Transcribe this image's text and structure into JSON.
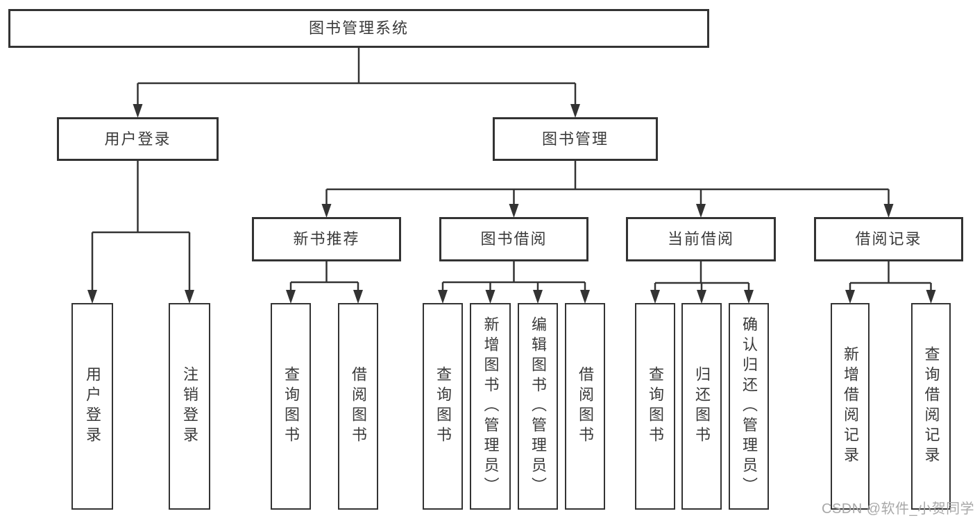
{
  "diagram": {
    "title": "图书管理系统",
    "nodes": [
      {
        "id": "root",
        "label": "图书管理系统"
      },
      {
        "id": "login",
        "label": "用户登录"
      },
      {
        "id": "mgmt",
        "label": "图书管理"
      },
      {
        "id": "rec",
        "label": "新书推荐"
      },
      {
        "id": "borrow",
        "label": "图书借阅"
      },
      {
        "id": "current",
        "label": "当前借阅"
      },
      {
        "id": "records",
        "label": "借阅记录"
      },
      {
        "id": "user-login",
        "label": "用户登录"
      },
      {
        "id": "logout",
        "label": "注销登录"
      },
      {
        "id": "rec-query",
        "label": "查询图书"
      },
      {
        "id": "rec-borrow",
        "label": "借阅图书"
      },
      {
        "id": "bor-query",
        "label": "查询图书"
      },
      {
        "id": "bor-add",
        "label": "新增图书（管理员）"
      },
      {
        "id": "bor-edit",
        "label": "编辑图书（管理员）"
      },
      {
        "id": "bor-borrow",
        "label": "借阅图书"
      },
      {
        "id": "cur-query",
        "label": "查询图书"
      },
      {
        "id": "cur-return",
        "label": "归还图书"
      },
      {
        "id": "cur-confirm",
        "label": "确认归还（管理员）"
      },
      {
        "id": "recd-add",
        "label": "新增借阅记录"
      },
      {
        "id": "recd-query",
        "label": "查询借阅记录"
      }
    ],
    "edges": [
      {
        "from": "root",
        "to": "login"
      },
      {
        "from": "root",
        "to": "mgmt"
      },
      {
        "from": "login",
        "to": "user-login"
      },
      {
        "from": "login",
        "to": "logout"
      },
      {
        "from": "mgmt",
        "to": "rec"
      },
      {
        "from": "mgmt",
        "to": "borrow"
      },
      {
        "from": "mgmt",
        "to": "current"
      },
      {
        "from": "mgmt",
        "to": "records"
      },
      {
        "from": "rec",
        "to": "rec-query"
      },
      {
        "from": "rec",
        "to": "rec-borrow"
      },
      {
        "from": "borrow",
        "to": "bor-query"
      },
      {
        "from": "borrow",
        "to": "bor-add"
      },
      {
        "from": "borrow",
        "to": "bor-edit"
      },
      {
        "from": "borrow",
        "to": "bor-borrow"
      },
      {
        "from": "current",
        "to": "cur-query"
      },
      {
        "from": "current",
        "to": "cur-return"
      },
      {
        "from": "current",
        "to": "cur-confirm"
      },
      {
        "from": "records",
        "to": "recd-add"
      },
      {
        "from": "records",
        "to": "recd-query"
      }
    ]
  },
  "watermark": {
    "text": "CSDN @软件_小贺同学"
  },
  "colors": {
    "line": "#333333",
    "box_border": "#333333",
    "box_bg": "#ffffff",
    "text": "#3a3a3a",
    "watermark": "#a8a8a8",
    "background": "#ffffff"
  }
}
